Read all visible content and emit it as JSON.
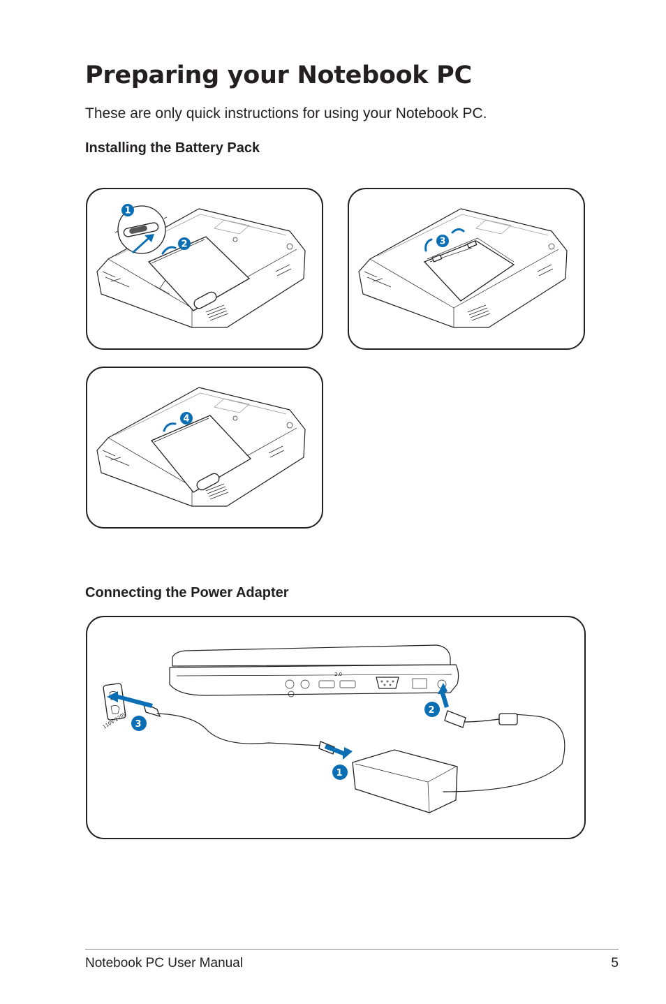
{
  "page": {
    "title": "Preparing your Notebook PC",
    "intro": "These are only quick instructions for using your Notebook PC."
  },
  "sections": {
    "battery": {
      "heading": "Installing the Battery Pack",
      "steps": [
        "1",
        "2",
        "3",
        "4"
      ]
    },
    "power": {
      "heading": "Connecting the Power Adapter",
      "steps": [
        "1",
        "2",
        "3"
      ],
      "outlet_label": "110V-220V",
      "usb_label": "2.0"
    }
  },
  "footer": {
    "manual_name": "Notebook PC User Manual",
    "page_number": "5"
  },
  "colors": {
    "text": "#231f20",
    "step_badge": "#0a6eb4"
  }
}
